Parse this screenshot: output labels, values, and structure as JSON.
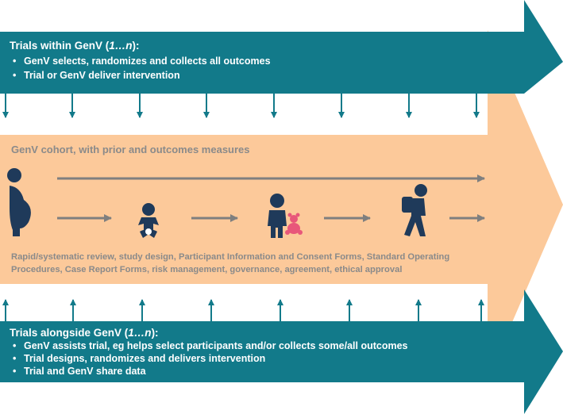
{
  "top_panel": {
    "title_prefix": "Trials within GenV (",
    "title_italic": "1…n",
    "title_suffix": "):",
    "bullet_marker": "•",
    "bullets": [
      "GenV selects, randomizes and collects all outcomes",
      "Trial or GenV deliver intervention"
    ],
    "color": "#127a8a"
  },
  "cohort": {
    "title": "GenV cohort, with prior and outcomes measures",
    "stages": [
      "pregnant-woman-icon",
      "baby-icon",
      "child-with-teddy-icon",
      "schoolchild-icon"
    ],
    "note_line1": "Rapid/systematic review, study design, Participant Information and Consent Forms, Standard Operating",
    "note_line2": "Procedures, Case Report Forms, risk management, governance, agreement, ethical approval",
    "color": "#fcc99a"
  },
  "bottom_panel": {
    "title_prefix": "Trials alongside GenV (",
    "title_italic": "1…n",
    "title_suffix": "):",
    "bullet_marker": "•",
    "bullets": [
      "GenV assists trial, eg helps select participants and/or collects some/all outcomes",
      "Trial designs, randomizes and delivers intervention",
      "Trial and GenV share data"
    ],
    "color": "#127a8a"
  }
}
